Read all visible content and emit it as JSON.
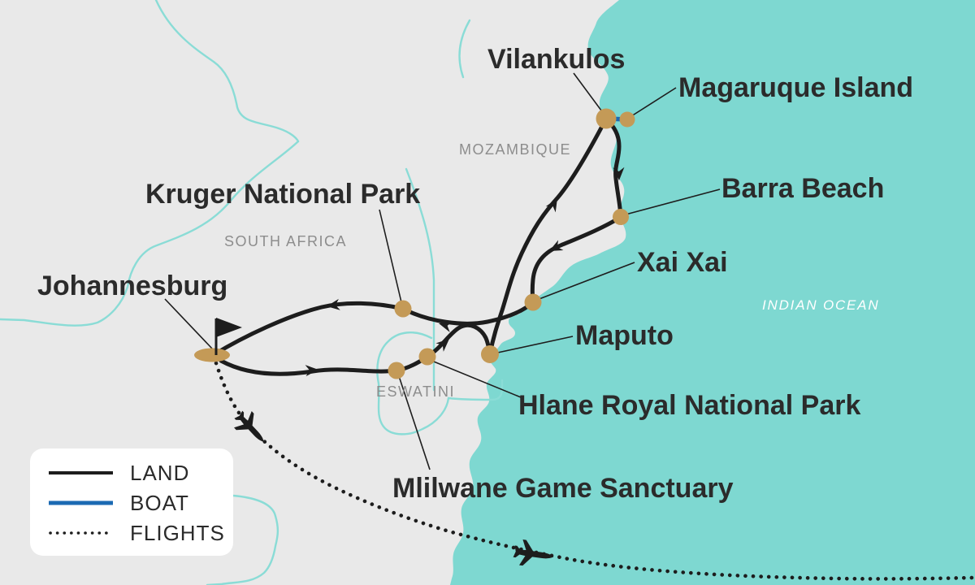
{
  "legend": {
    "items": [
      {
        "label": "LAND",
        "style": "solid",
        "color": "#1d1d1d"
      },
      {
        "label": "BOAT",
        "style": "solid",
        "color": "#1b6ab3"
      },
      {
        "label": "FLIGHTS",
        "style": "dotted",
        "color": "#1d1d1d"
      }
    ]
  },
  "regions": {
    "mozambique": "MOZAMBIQUE",
    "south_africa": "SOUTH AFRICA",
    "eswatini": "ESWATINI",
    "indian_ocean": "INDIAN OCEAN"
  },
  "stops": [
    {
      "name": "Johannesburg"
    },
    {
      "name": "Kruger National Park"
    },
    {
      "name": "Mlilwane Game Sanctuary"
    },
    {
      "name": "Hlane Royal National Park"
    },
    {
      "name": "Maputo"
    },
    {
      "name": "Xai Xai"
    },
    {
      "name": "Barra Beach"
    },
    {
      "name": "Vilankulos"
    },
    {
      "name": "Magaruque Island"
    }
  ],
  "colors": {
    "ocean": "#7ed8d1",
    "land": "#e9e9e9",
    "marker": "#c49a57",
    "route": "#1d1d1d",
    "boat": "#1b6ab3"
  }
}
